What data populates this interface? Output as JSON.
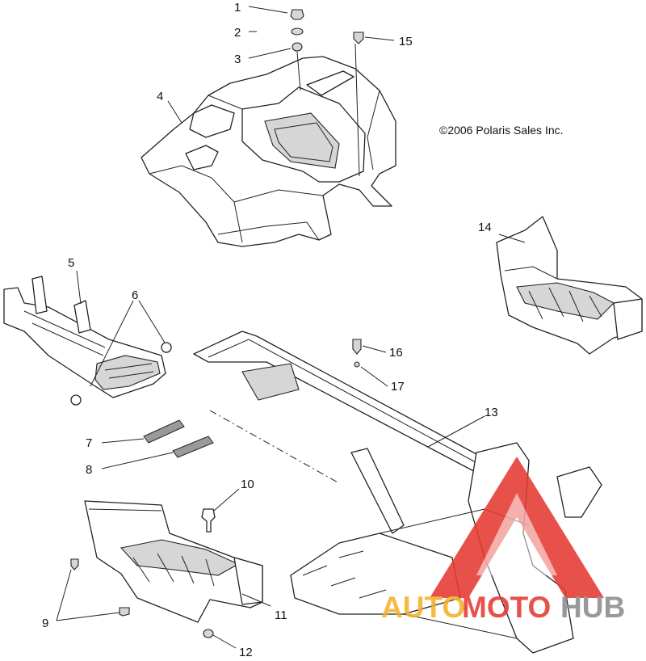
{
  "copyright": "©2006 Polaris Sales Inc.",
  "callouts": [
    {
      "id": "1",
      "label": "1"
    },
    {
      "id": "2",
      "label": "2"
    },
    {
      "id": "3",
      "label": "3"
    },
    {
      "id": "4",
      "label": "4"
    },
    {
      "id": "5",
      "label": "5"
    },
    {
      "id": "6",
      "label": "6"
    },
    {
      "id": "7",
      "label": "7"
    },
    {
      "id": "8",
      "label": "8"
    },
    {
      "id": "9",
      "label": "9"
    },
    {
      "id": "10",
      "label": "10"
    },
    {
      "id": "11",
      "label": "11"
    },
    {
      "id": "12",
      "label": "12"
    },
    {
      "id": "13",
      "label": "13"
    },
    {
      "id": "14",
      "label": "14"
    },
    {
      "id": "15",
      "label": "15"
    },
    {
      "id": "16",
      "label": "16"
    },
    {
      "id": "17",
      "label": "17"
    }
  ],
  "watermark": {
    "part1": "AUTO",
    "part2": "MOTO",
    "part3": "HUB",
    "colors": {
      "orange": "#f3b128",
      "red": "#e53a32",
      "gray": "#8c8c8c"
    }
  }
}
